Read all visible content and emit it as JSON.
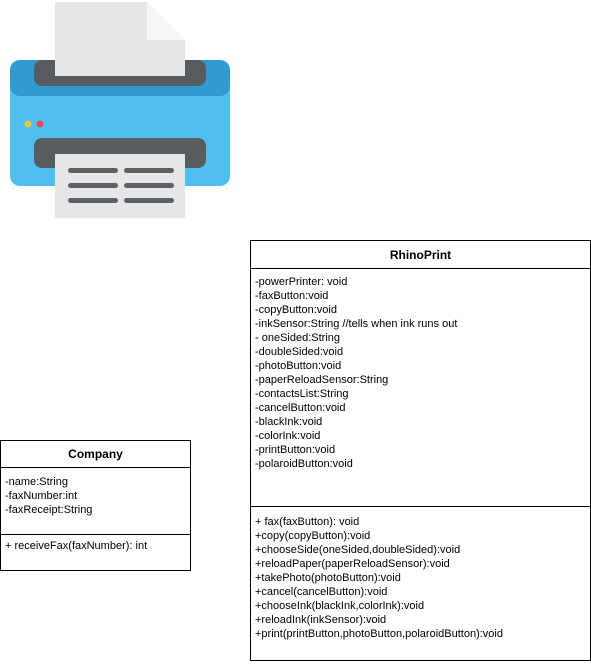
{
  "illustration": {
    "icon": "printer-icon",
    "colors": {
      "body": "#4fc0ee",
      "body_dark": "#2f9bd0",
      "slot": "#575c61",
      "paper": "#e4e6e7",
      "paper_fold": "#f5f6f7",
      "paper_lines": "#5d6166",
      "led_yellow": "#f5c542",
      "led_red": "#e94a5b"
    }
  },
  "company": {
    "name": "Company",
    "attributes": [
      "-name:String",
      "-faxNumber:int",
      "-faxReceipt:String"
    ],
    "operations": [
      "+ receiveFax(faxNumber): int"
    ]
  },
  "rhinoprint": {
    "name": "RhinoPrint",
    "attributes": [
      "-powerPrinter: void",
      "-faxButton:void",
      "-copyButton:void",
      "-inkSensor:String //tells when ink runs out",
      "- oneSided:String",
      "-doubleSided:void",
      "-photoButton:void",
      "-paperReloadSensor:String",
      "-contactsList:String",
      "-cancelButton:void",
      "-blackInk:void",
      "-colorInk:void",
      "-printButton:void",
      "-polaroidButton:void"
    ],
    "operations": [
      "+ fax(faxButton): void",
      "+copy(copyButton):void",
      "+chooseSide(oneSided,doubleSided):void",
      "+reloadPaper(paperReloadSensor):void",
      "+takePhoto(photoButton):void",
      "+cancel(cancelButton):void",
      "+chooseInk(blackInk,colorInk):void",
      "+reloadInk(inkSensor):void",
      "+print(printButton,photoButton,polaroidButton):void"
    ]
  }
}
